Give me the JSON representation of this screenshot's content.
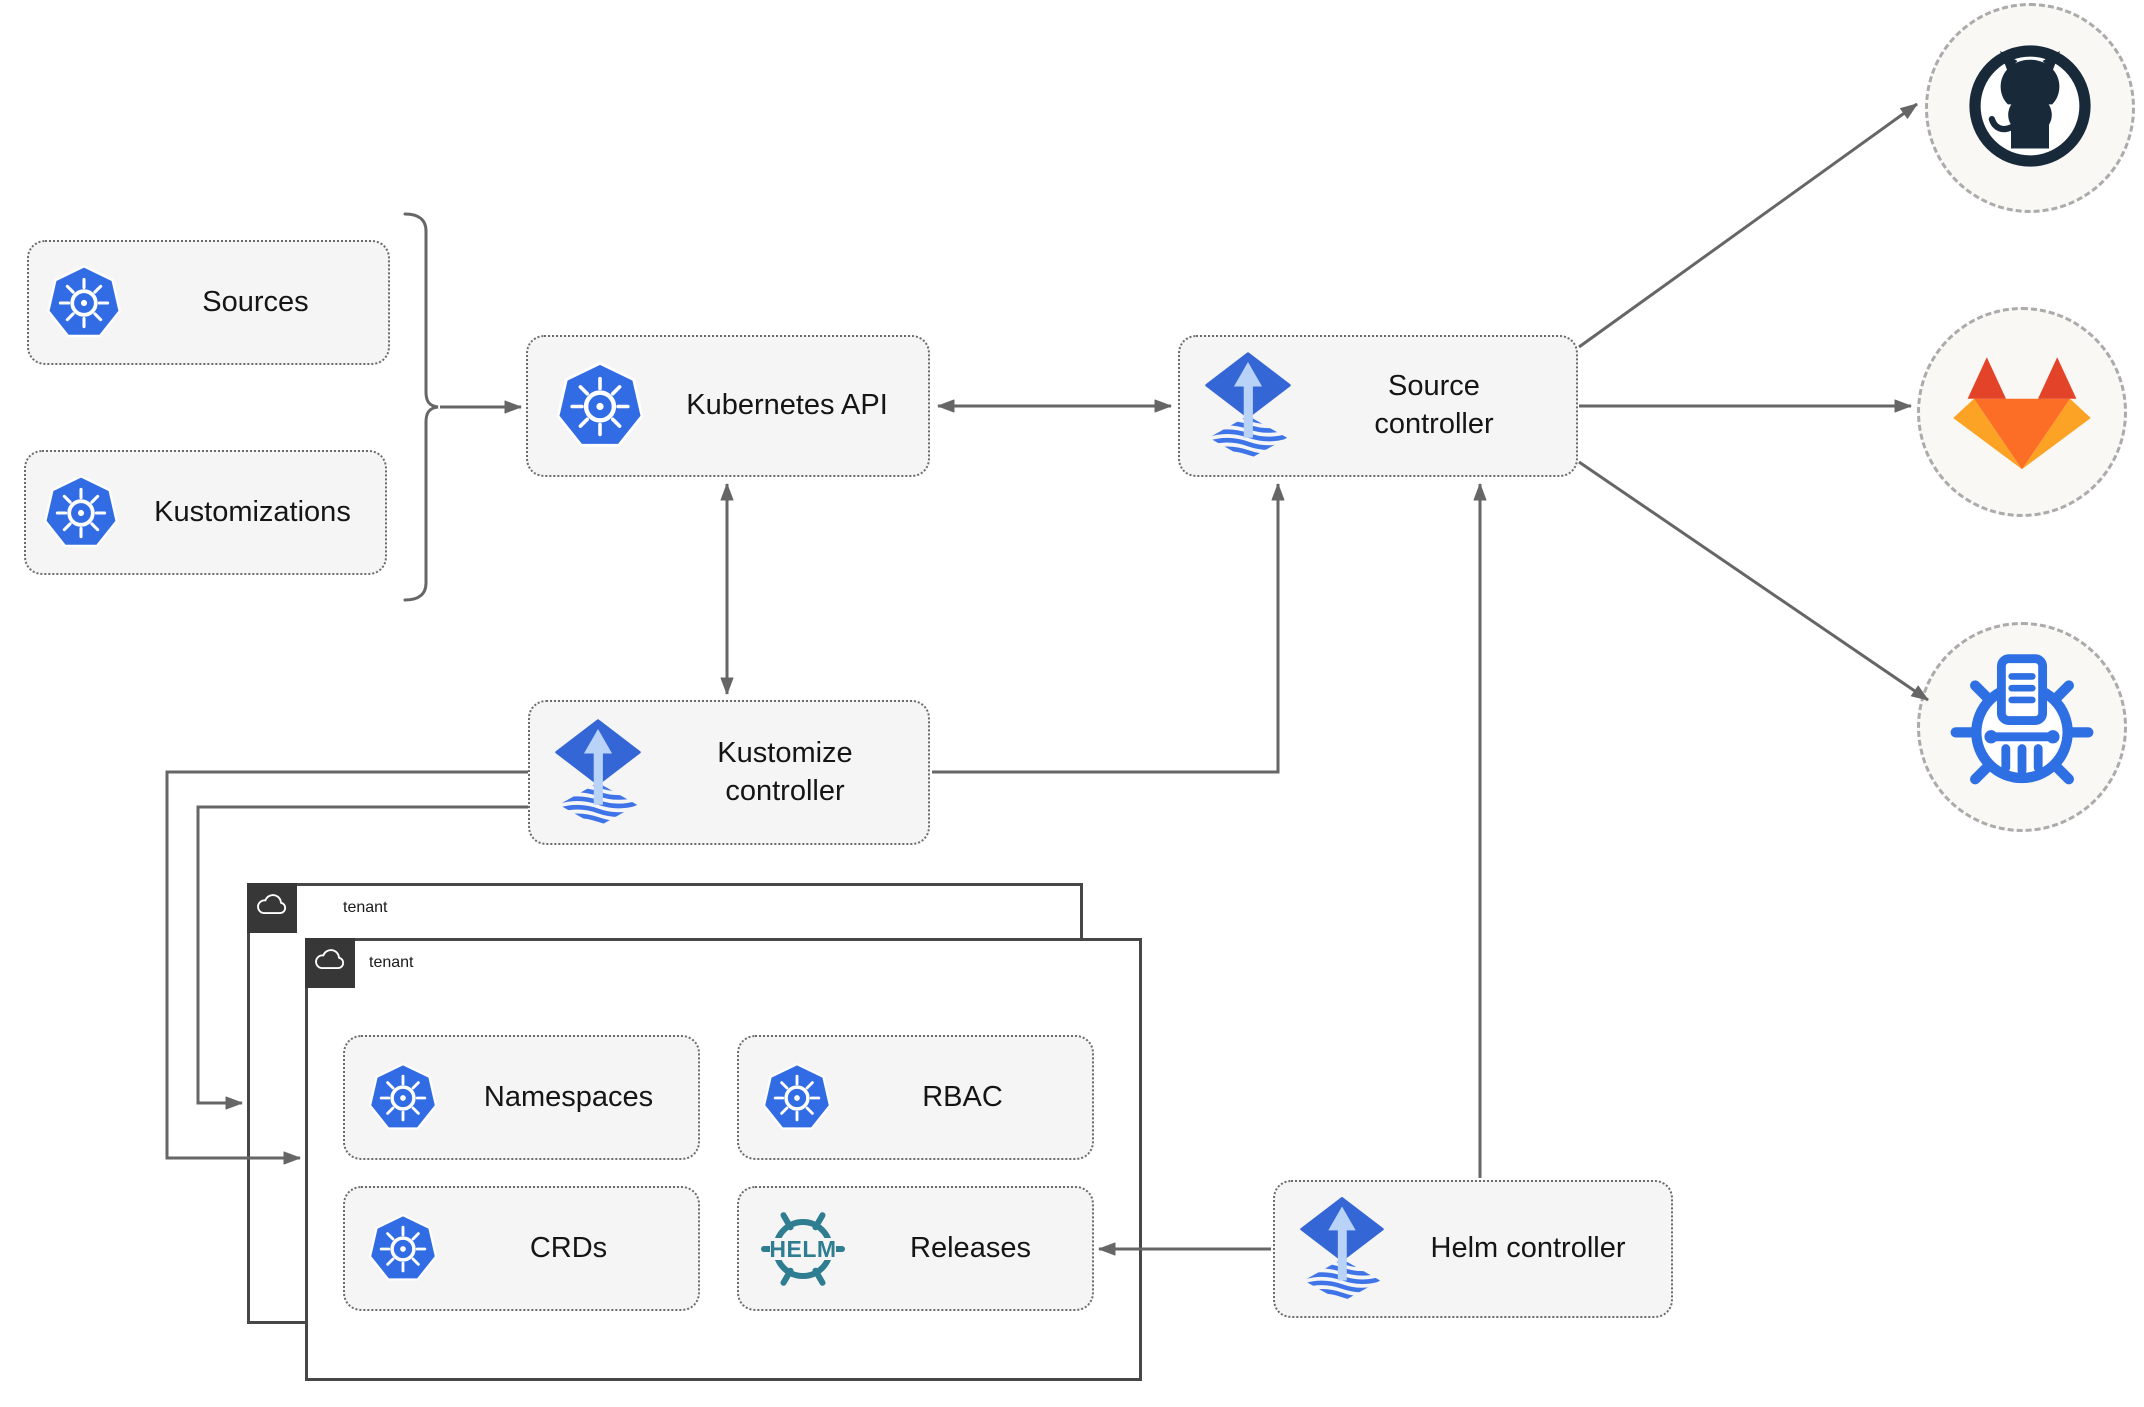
{
  "nodes": {
    "sources": {
      "label": "Sources",
      "icon": "kubernetes-icon"
    },
    "kustomizations": {
      "label": "Kustomizations",
      "icon": "kubernetes-icon"
    },
    "kubernetes_api": {
      "label": "Kubernetes API",
      "icon": "kubernetes-icon"
    },
    "source_controller": {
      "label": "Source controller",
      "icon": "flux-icon"
    },
    "kustomize_controller": {
      "label": "Kustomize controller",
      "icon": "flux-icon"
    },
    "helm_controller": {
      "label": "Helm controller",
      "icon": "flux-icon"
    },
    "namespaces": {
      "label": "Namespaces",
      "icon": "kubernetes-icon"
    },
    "rbac": {
      "label": "RBAC",
      "icon": "kubernetes-icon"
    },
    "crds": {
      "label": "CRDs",
      "icon": "kubernetes-icon"
    },
    "releases": {
      "label": "Releases",
      "icon": "helm-wheel-icon"
    }
  },
  "groups": {
    "tenant_back": {
      "label": "tenant",
      "icon": "cloud-icon"
    },
    "tenant_front": {
      "label": "tenant",
      "icon": "cloud-icon"
    }
  },
  "external": {
    "github": {
      "icon": "github-icon"
    },
    "gitlab": {
      "icon": "gitlab-icon"
    },
    "helm_repository": {
      "icon": "helm-chart-repository-icon"
    }
  },
  "logos": {
    "helm_wordmark": "HELM"
  },
  "colors": {
    "kubernetes_blue": "#326ce5",
    "flux_blue": "#3566d6",
    "flux_light_blue": "#b9d3f8",
    "flux_wave_blue": "#3f74e8",
    "helm_teal": "#2e7d91",
    "github_dark": "#18293a",
    "gitlab_red_orange": "#e24329",
    "gitlab_orange": "#fc6d26",
    "gitlab_light_orange": "#fca326",
    "chartmuseum_blue": "#2f6fe4",
    "arrow_gray": "#666666",
    "node_fill": "#f5f5f5",
    "tenant_header": "#373737"
  }
}
